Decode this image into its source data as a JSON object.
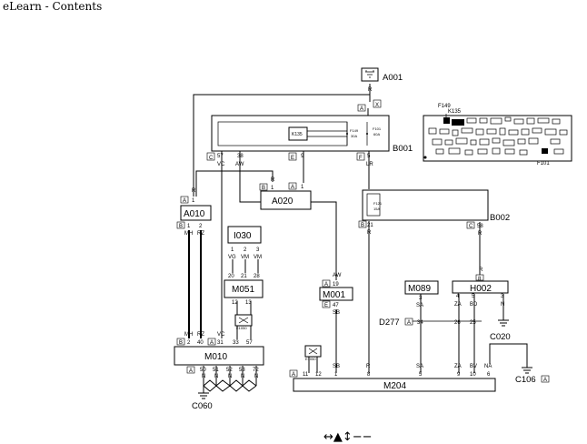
{
  "app": {
    "title": "eLearn - Contents"
  },
  "components": {
    "A001": "A001",
    "B001": "B001",
    "B002": "B002",
    "A010": "A010",
    "A020": "A020",
    "I030": "I030",
    "M051": "M051",
    "M001": "M001",
    "M010": "M010",
    "M089": "M089",
    "H002": "H002",
    "M204": "M204",
    "D277": "D277",
    "C060": "C060",
    "C020": "C020",
    "C106": "C106",
    "K135": "K135",
    "F149": "F149",
    "F101": "F101",
    "E1050": "E1050"
  },
  "fuses": {
    "f149": "F149",
    "f149_rating": "30A",
    "f101": "F101",
    "f101_rating": "60A",
    "f121": "F121",
    "f121_rating": "15A"
  },
  "connectors": {
    "X": "X",
    "A": "A",
    "B": "B",
    "C": "C",
    "E": "E",
    "F": "F"
  },
  "wire_colors": {
    "R": "R",
    "AW": "AW",
    "VC": "VC",
    "LR": "LR",
    "MH": "MH",
    "RZ": "RZ",
    "VG": "VG",
    "VM": "VM",
    "SB": "SB",
    "SA": "SA",
    "ZA": "ZA",
    "BD": "BD",
    "BV": "BV",
    "N": "N",
    "NA": "NA"
  },
  "pins": {
    "p1": "1",
    "p2": "2",
    "p3": "3",
    "p4": "4",
    "p5": "5",
    "p6": "6",
    "p8": "8",
    "p9": "9",
    "p10": "10",
    "p11": "11",
    "p12": "12",
    "p13": "13",
    "p19": "19",
    "p20": "20",
    "p21": "21",
    "p25": "25",
    "p26": "26",
    "p28": "28",
    "p31": "31",
    "p33": "33",
    "p34": "34",
    "p38": "38",
    "p40": "40",
    "p47": "47",
    "p50": "50",
    "p51": "51",
    "p52": "52",
    "p53": "53",
    "p57": "57",
    "p58": "58",
    "p72": "72"
  },
  "navigation": {
    "arrows": "↔▲↕−−"
  },
  "colors": {
    "line": "#000000",
    "background": "#ffffff",
    "inset_fill": "#000000"
  }
}
